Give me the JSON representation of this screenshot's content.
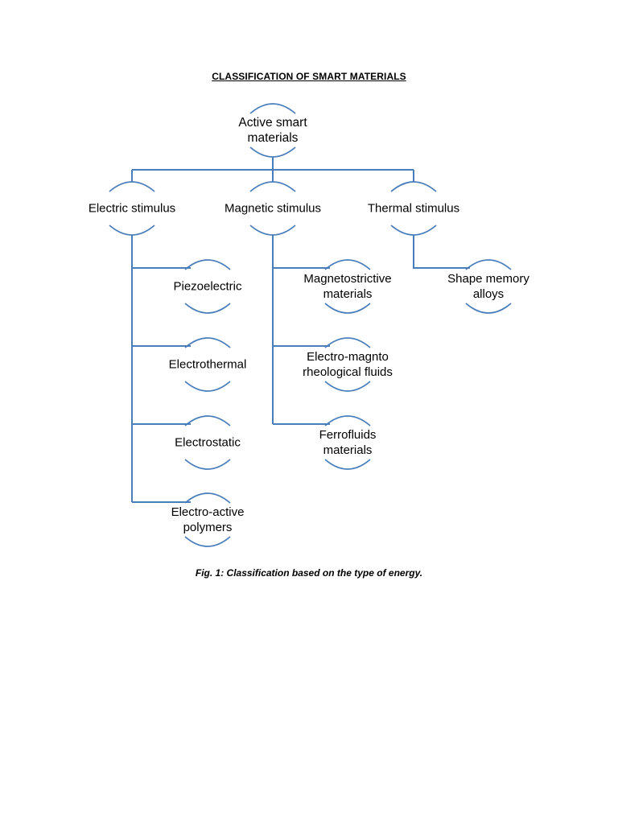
{
  "document": {
    "title": "CLASSIFICATION OF SMART MATERIALS",
    "caption": "Fig. 1: Classification based on the type of energy."
  },
  "colors": {
    "connector": "#4a7ebb",
    "text": "#000000",
    "background": "#ffffff"
  },
  "diagram": {
    "root": {
      "line1": "Active smart",
      "line2": "materials"
    },
    "categories": [
      {
        "label": "Electric stimulus",
        "children": [
          {
            "line1": "Piezoelectric",
            "line2": ""
          },
          {
            "line1": "Electrothermal",
            "line2": ""
          },
          {
            "line1": "Electrostatic",
            "line2": ""
          },
          {
            "line1": "Electro-active",
            "line2": "polymers"
          }
        ]
      },
      {
        "label": "Magnetic stimulus",
        "children": [
          {
            "line1": "Magnetostrictive",
            "line2": "materials"
          },
          {
            "line1": "Electro-magnto",
            "line2": "rheological fluids"
          },
          {
            "line1": "Ferrofluids",
            "line2": "materials"
          }
        ]
      },
      {
        "label": "Thermal stimulus",
        "children": [
          {
            "line1": "Shape memory",
            "line2": "alloys"
          }
        ]
      }
    ]
  }
}
